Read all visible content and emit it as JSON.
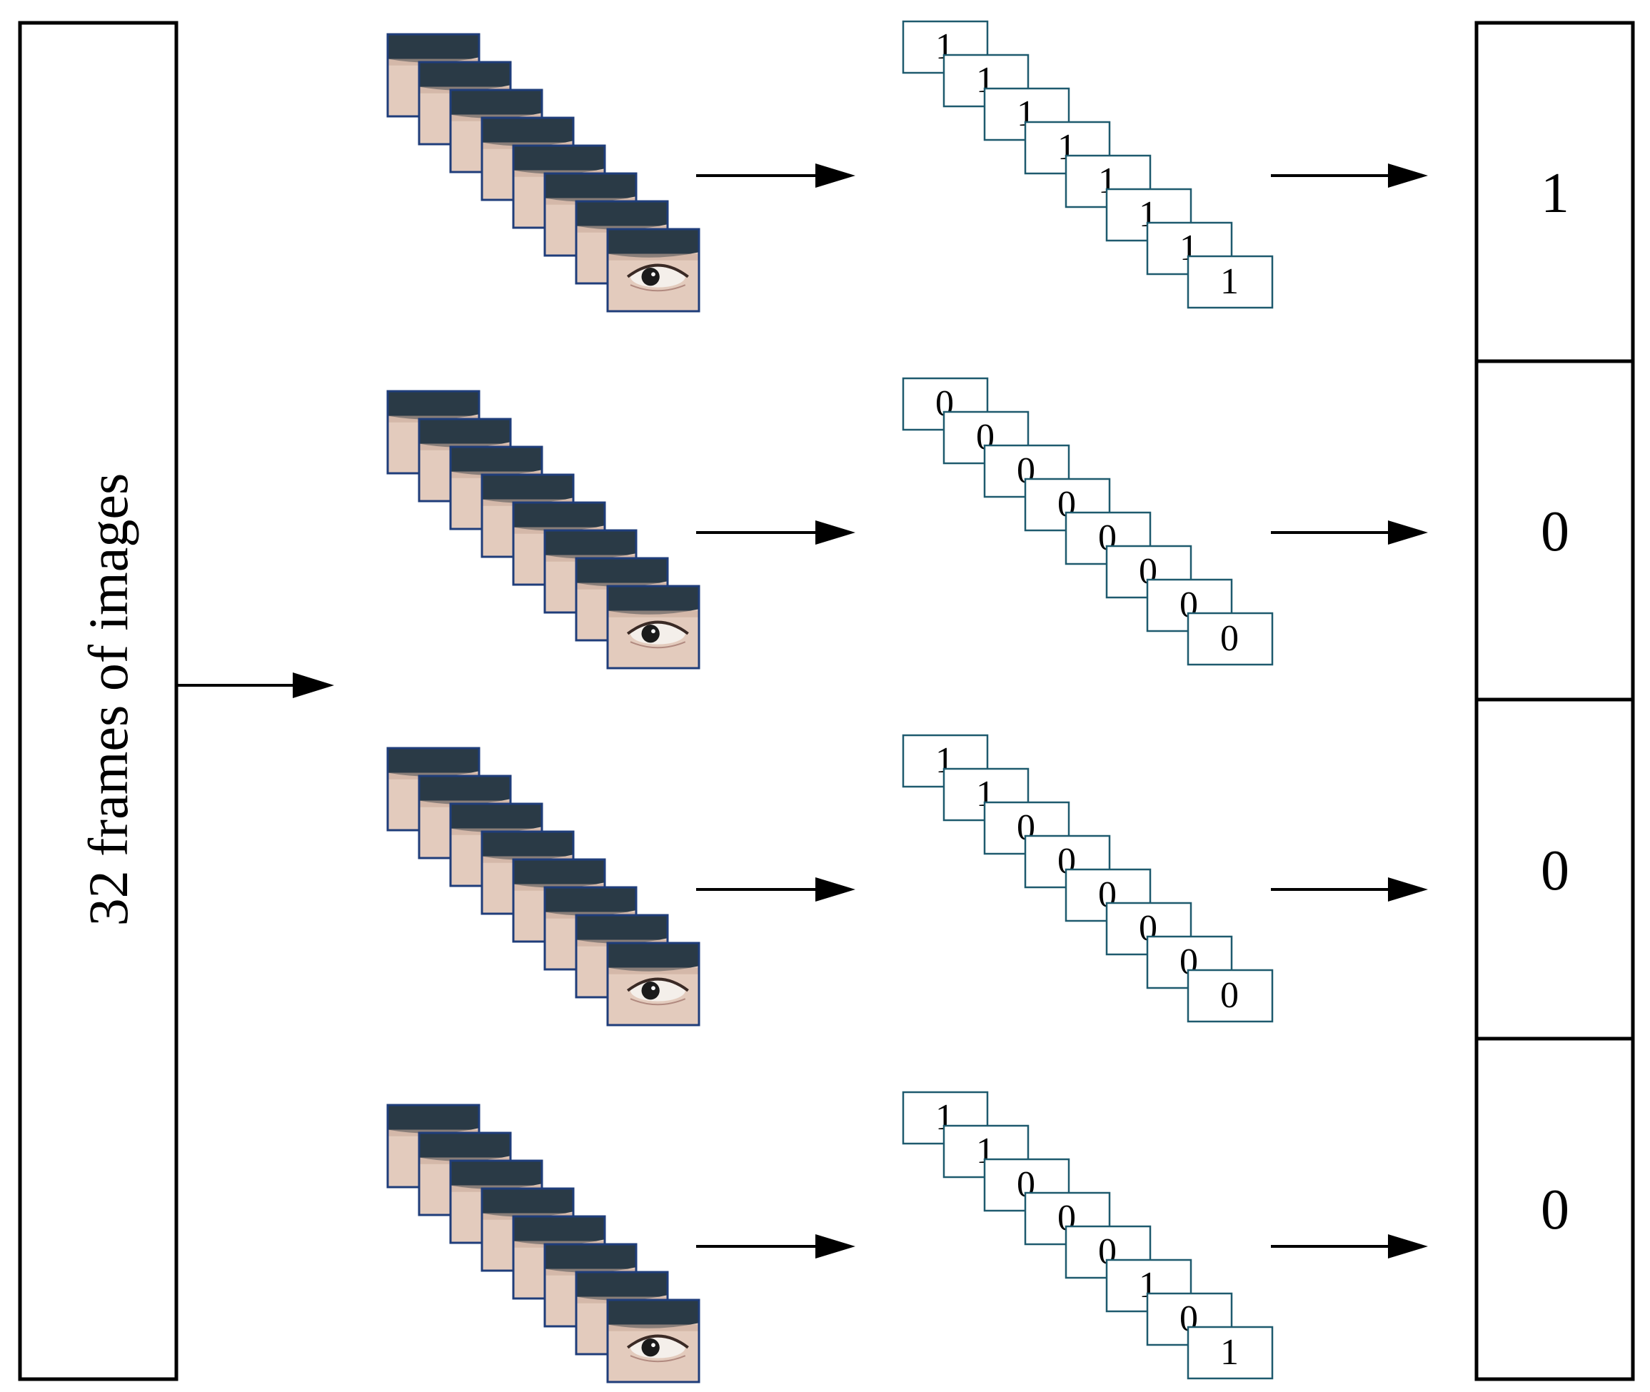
{
  "input_label": "32 frames of images",
  "groups": [
    {
      "frame_labels": [
        "1",
        "1",
        "1",
        "1",
        "1",
        "1",
        "1",
        "1"
      ],
      "result": "1"
    },
    {
      "frame_labels": [
        "0",
        "0",
        "0",
        "0",
        "0",
        "0",
        "0",
        "0"
      ],
      "result": "0"
    },
    {
      "frame_labels": [
        "1",
        "1",
        "0",
        "0",
        "0",
        "0",
        "0",
        "0"
      ],
      "result": "0"
    },
    {
      "frame_labels": [
        "1",
        "1",
        "0",
        "0",
        "0",
        "1",
        "0",
        "1"
      ],
      "result": "0"
    }
  ],
  "colors": {
    "line": "#000000",
    "frame_border": "#1f3d7a",
    "label_box_border": "#1e5a6e",
    "skin": "#e3cbbd",
    "skin_shadow": "#c9ab9b",
    "hair": "#2a3a46",
    "iris": "#1b1b1b",
    "sclera": "#f4efea"
  },
  "icons": {
    "frame": "eye-crop-icon",
    "arrow": "right-arrow-icon"
  }
}
